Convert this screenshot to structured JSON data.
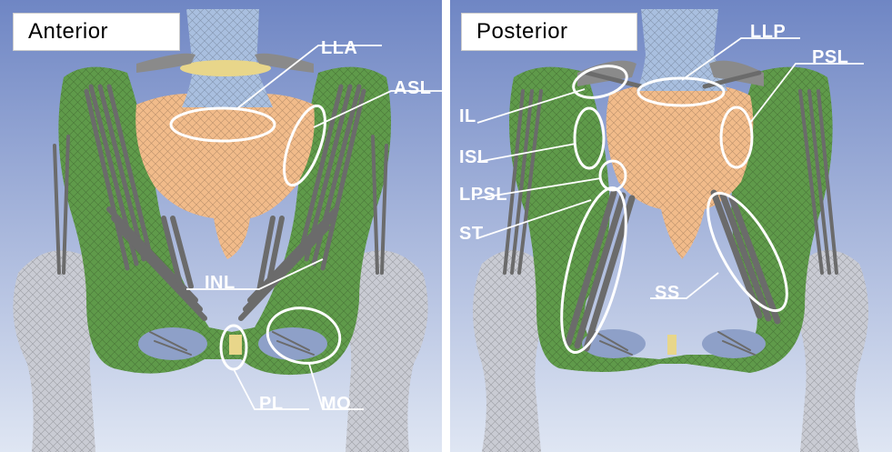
{
  "colors": {
    "background_top": "#6f86c4",
    "background_bottom": "#dfe6f3",
    "ilium": "#5f9a4a",
    "sacrum": "#f1bb8a",
    "vertebra": "#a9bfdf",
    "disc": "#e8d68a",
    "femur": "#c9cbd3",
    "ligament": "#6b6b6b",
    "annotation": "#ffffff"
  },
  "views": {
    "anterior": {
      "title": "Anterior",
      "labels": {
        "lla": "LLA",
        "asl": "ASL",
        "inl": "INL",
        "pl": "PL",
        "mo": "MO"
      }
    },
    "posterior": {
      "title": "Posterior",
      "labels": {
        "llp": "LLP",
        "psl": "PSL",
        "il": "IL",
        "isl": "ISL",
        "lpsl": "LPSL",
        "st": "ST",
        "ss": "SS"
      }
    }
  }
}
